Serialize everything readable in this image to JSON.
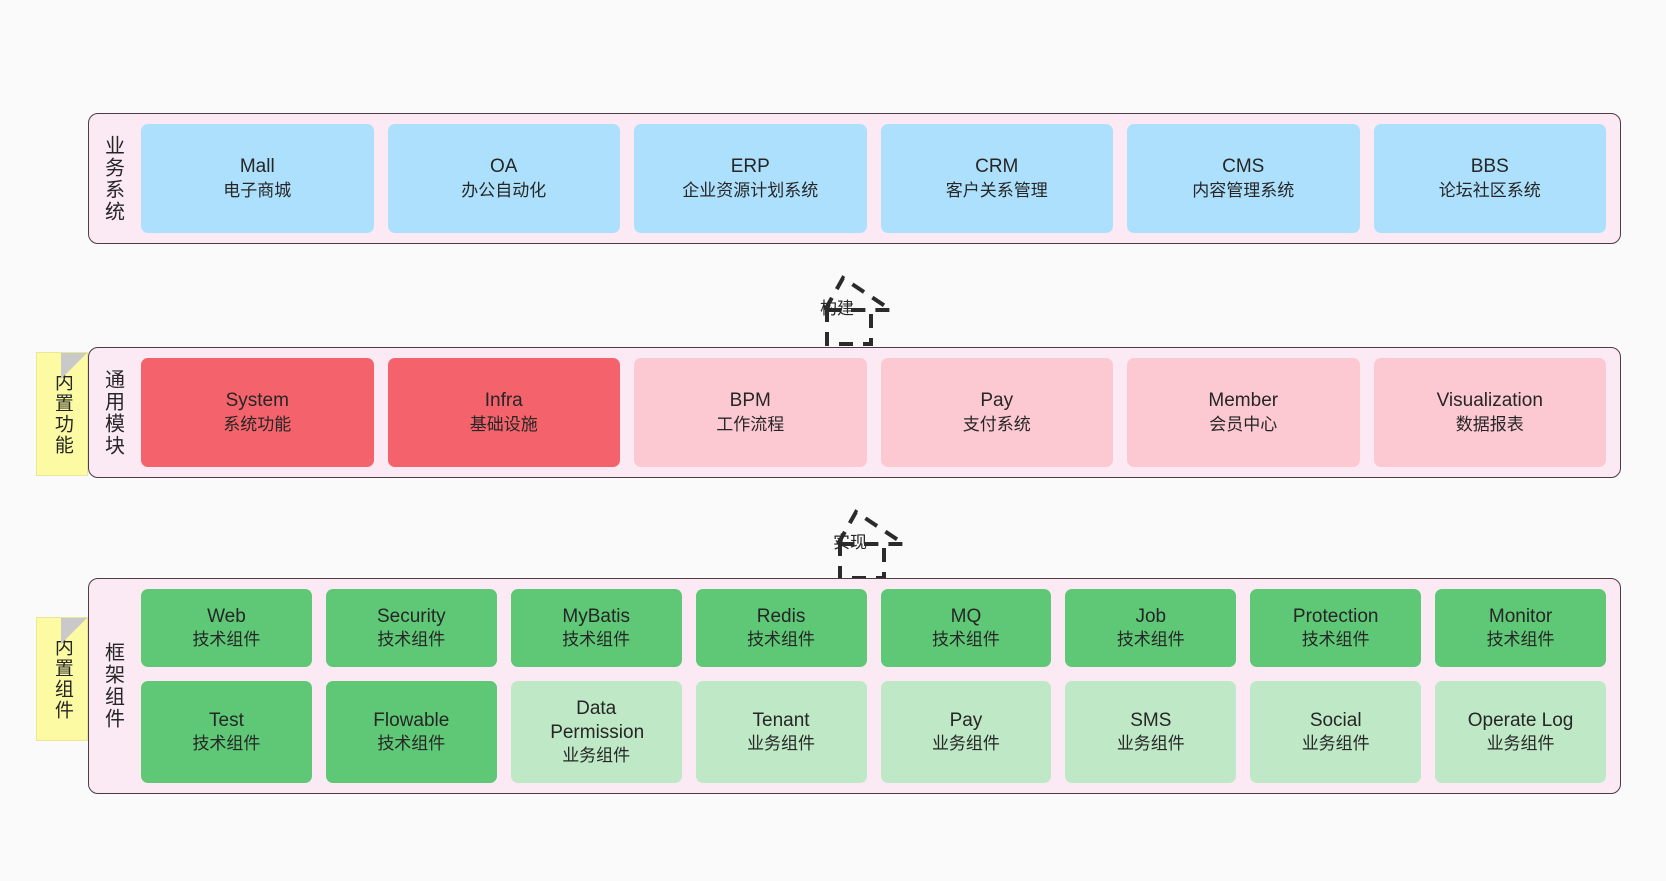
{
  "diagram": {
    "title": "",
    "background_color": "#fafafa",
    "layer_fill": "#fbeaf4",
    "layer_border": "#4a3b45",
    "note_fill": "#fcfba4"
  },
  "layers": [
    {
      "id": "business-system",
      "title": "业务系统",
      "note": null,
      "rows": [
        {
          "cards": [
            {
              "t1": "Mall",
              "t2": "电子商城",
              "color": "c-blue"
            },
            {
              "t1": "OA",
              "t2": "办公自动化",
              "color": "c-blue"
            },
            {
              "t1": "ERP",
              "t2": "企业资源计划系统",
              "color": "c-blue"
            },
            {
              "t1": "CRM",
              "t2": "客户关系管理",
              "color": "c-blue"
            },
            {
              "t1": "CMS",
              "t2": "内容管理系统",
              "color": "c-blue"
            },
            {
              "t1": "BBS",
              "t2": "论坛社区系统",
              "color": "c-blue"
            }
          ]
        }
      ]
    },
    {
      "id": "common-module",
      "title": "通用模块",
      "note": "内置功能",
      "rows": [
        {
          "cards": [
            {
              "t1": "System",
              "t2": "系统功能",
              "color": "c-red"
            },
            {
              "t1": "Infra",
              "t2": "基础设施",
              "color": "c-red"
            },
            {
              "t1": "BPM",
              "t2": "工作流程",
              "color": "c-pink"
            },
            {
              "t1": "Pay",
              "t2": "支付系统",
              "color": "c-pink"
            },
            {
              "t1": "Member",
              "t2": "会员中心",
              "color": "c-pink"
            },
            {
              "t1": "Visualization",
              "t2": "数据报表",
              "color": "c-pink"
            }
          ]
        }
      ]
    },
    {
      "id": "framework-component",
      "title": "框架组件",
      "note": "内置组件",
      "rows": [
        {
          "cards": [
            {
              "t1": "Web",
              "t2": "技术组件",
              "color": "c-green"
            },
            {
              "t1": "Security",
              "t2": "技术组件",
              "color": "c-green"
            },
            {
              "t1": "MyBatis",
              "t2": "技术组件",
              "color": "c-green"
            },
            {
              "t1": "Redis",
              "t2": "技术组件",
              "color": "c-green"
            },
            {
              "t1": "MQ",
              "t2": "技术组件",
              "color": "c-green"
            },
            {
              "t1": "Job",
              "t2": "技术组件",
              "color": "c-green"
            },
            {
              "t1": "Protection",
              "t2": "技术组件",
              "color": "c-green"
            },
            {
              "t1": "Monitor",
              "t2": "技术组件",
              "color": "c-green"
            }
          ]
        },
        {
          "cards": [
            {
              "t1": "Test",
              "t2": "技术组件",
              "color": "c-green"
            },
            {
              "t1": "Flowable",
              "t2": "技术组件",
              "color": "c-green"
            },
            {
              "t1": "Data Permission",
              "t2": "业务组件",
              "color": "c-lightgreen"
            },
            {
              "t1": "Tenant",
              "t2": "业务组件",
              "color": "c-lightgreen"
            },
            {
              "t1": "Pay",
              "t2": "业务组件",
              "color": "c-lightgreen"
            },
            {
              "t1": "SMS",
              "t2": "业务组件",
              "color": "c-lightgreen"
            },
            {
              "t1": "Social",
              "t2": "业务组件",
              "color": "c-lightgreen"
            },
            {
              "t1": "Operate Log",
              "t2": "业务组件",
              "color": "c-lightgreen"
            }
          ]
        }
      ]
    }
  ],
  "connectors": [
    {
      "id": "build",
      "label": "构建",
      "style": "dashed-generalization"
    },
    {
      "id": "implement",
      "label": "实现",
      "style": "dashed-generalization"
    }
  ]
}
